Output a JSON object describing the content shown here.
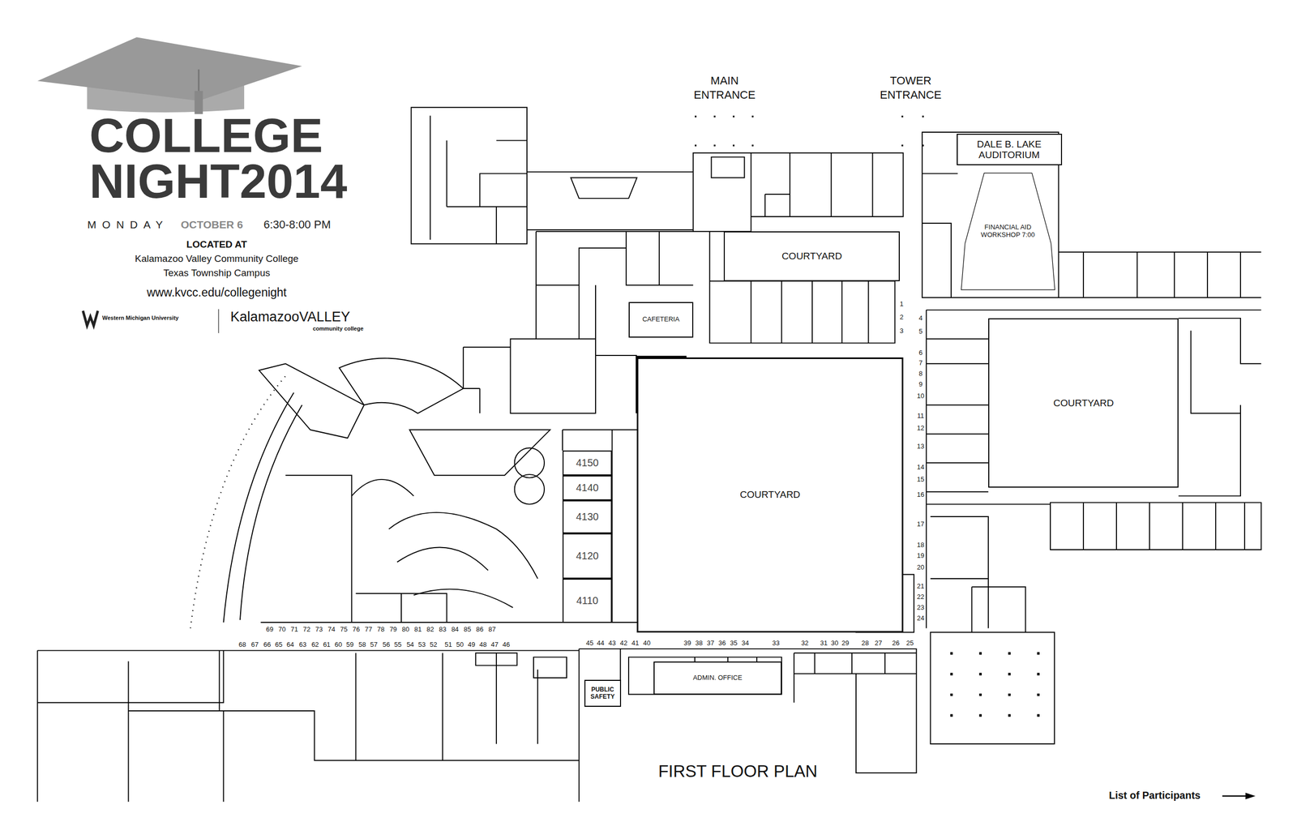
{
  "diagram": {
    "title": "COLLEGE NIGHT2014",
    "nodes": [
      {
        "text": [
          "DALE B. LAKE AUDITORIUM"
        ]
      },
      {
        "text": [
          "FINANCIAL AID WORKSHOP 7:00"
        ]
      },
      {
        "text": [
          "COURTYARD"
        ]
      },
      {
        "text": [
          "CAFETERIA"
        ]
      },
      {
        "text": [
          "COURTYARD"
        ]
      },
      {
        "text": [
          "4150"
        ]
      },
      {
        "text": [
          "4140"
        ]
      },
      {
        "text": [
          "4130"
        ]
      },
      {
        "text": [
          "4120"
        ]
      },
      {
        "text": [
          "4110"
        ]
      },
      {
        "text": [
          "COURTYARD"
        ]
      },
      {
        "text": [
          "PUBLIC SAFETY"
        ]
      },
      {
        "text": [
          "ADMIN. OFFICE"
        ]
      }
    ],
    "labels": [
      "MONDAY",
      "OCTOBER 6",
      "6:30-8:00 PM",
      "LOCATED AT",
      "Kalamazoo Valley Community College",
      "Texas Township Campus",
      "www.kvcc.edu/collegenight",
      "Western Michigan University",
      "KalamazooVALLEY",
      "community college",
      "MAIN ENTRANCE",
      "TOWER ENTRANCE",
      "1",
      "2",
      "3",
      "4",
      "5",
      "6",
      "7",
      "8",
      "9",
      "10",
      "11",
      "12",
      "13",
      "14",
      "15",
      "16",
      "17",
      "18",
      "19",
      "20",
      "21",
      "22",
      "23",
      "24",
      "25",
      "26",
      "27",
      "28",
      "29",
      "30",
      "31",
      "32",
      "33",
      "34",
      "35",
      "36",
      "37",
      "38",
      "39",
      "40",
      "41",
      "42",
      "43",
      "44",
      "45",
      "46",
      "47",
      "48",
      "49",
      "50",
      "51",
      "52",
      "53",
      "54",
      "55",
      "56",
      "57",
      "58",
      "59",
      "60",
      "61",
      "62",
      "63",
      "64",
      "65",
      "66",
      "67",
      "68",
      "69",
      "70",
      "71",
      "72",
      "73",
      "74",
      "75",
      "76",
      "77",
      "78",
      "79",
      "80",
      "81",
      "82",
      "83",
      "84",
      "85",
      "86",
      "87",
      "FIRST FLOOR PLAN",
      "List of Participants"
    ]
  }
}
